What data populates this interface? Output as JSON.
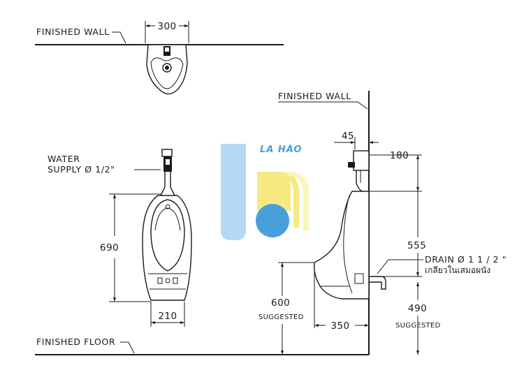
{
  "labels": {
    "finished_wall_top": "FINISHED WALL",
    "finished_wall_side": "FINISHED WALL",
    "finished_floor": "FINISHED FLOOR",
    "water_supply_line1": "WATER",
    "water_supply_line2": "SUPPLY Ø 1/2\"",
    "drain_line1": "DRAIN Ø 1 1 / 2 \"",
    "drain_line2": "เกลียวในเสมอผนัง",
    "suggested_600": "SUGGESTED",
    "suggested_490": "SUGGESTED"
  },
  "dimensions": {
    "top_width": "300",
    "front_height": "690",
    "front_base_width": "210",
    "side_offset": "45",
    "side_top": "180",
    "side_total": "555",
    "side_rim": "600",
    "side_depth": "350",
    "side_drain": "490"
  },
  "watermark": {
    "text": "LA HÀO",
    "blue": "#2a8fd6",
    "light_blue": "#a9d3f2",
    "yellow": "#f5e66b",
    "light_yellow": "#fbf3b0"
  }
}
